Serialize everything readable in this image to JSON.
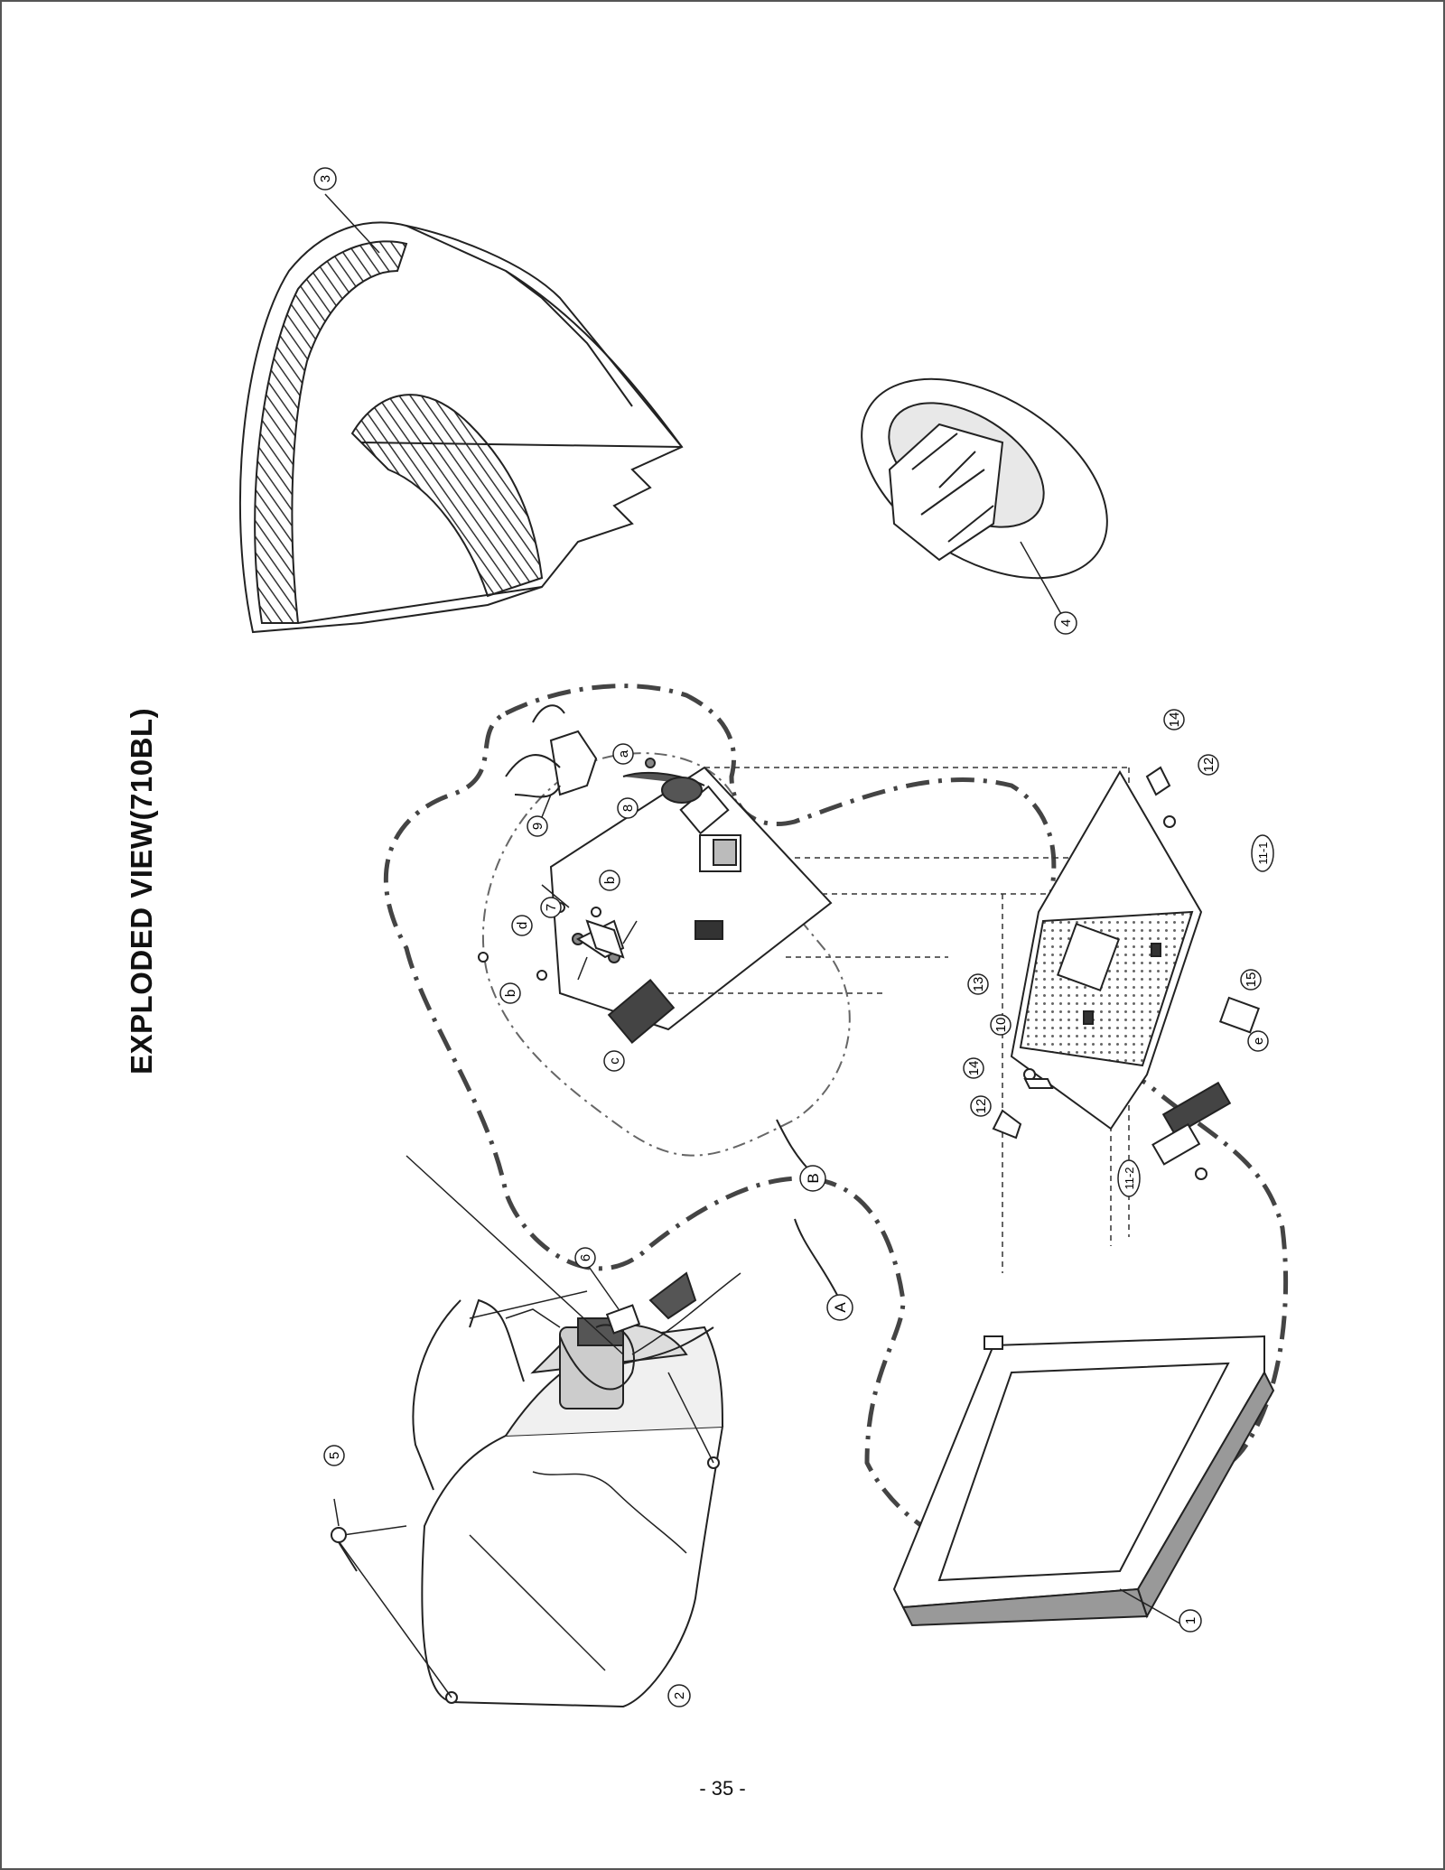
{
  "page": {
    "title": "EXPLODED VIEW(710BL)",
    "page_number": "- 35 -"
  },
  "callouts": {
    "c1": "1",
    "c2": "2",
    "c3": "3",
    "c4": "4",
    "c5": "5",
    "c6": "6",
    "c7": "7",
    "c8": "8",
    "c9": "9",
    "c10": "10",
    "c11_1": "11-1",
    "c11_2": "11-2",
    "c12a": "12",
    "c12b": "12",
    "c13": "13",
    "c14a": "14",
    "c14b": "14",
    "c15": "15",
    "ca": "a",
    "cb1": "b",
    "cb2": "b",
    "cc": "c",
    "cd": "d",
    "ce": "e",
    "cA": "A",
    "cB": "B"
  },
  "colors": {
    "ink": "#222222",
    "fill_light": "#f4f4f4",
    "fill_mid": "#bdbdbd",
    "fill_dark": "#555555"
  }
}
